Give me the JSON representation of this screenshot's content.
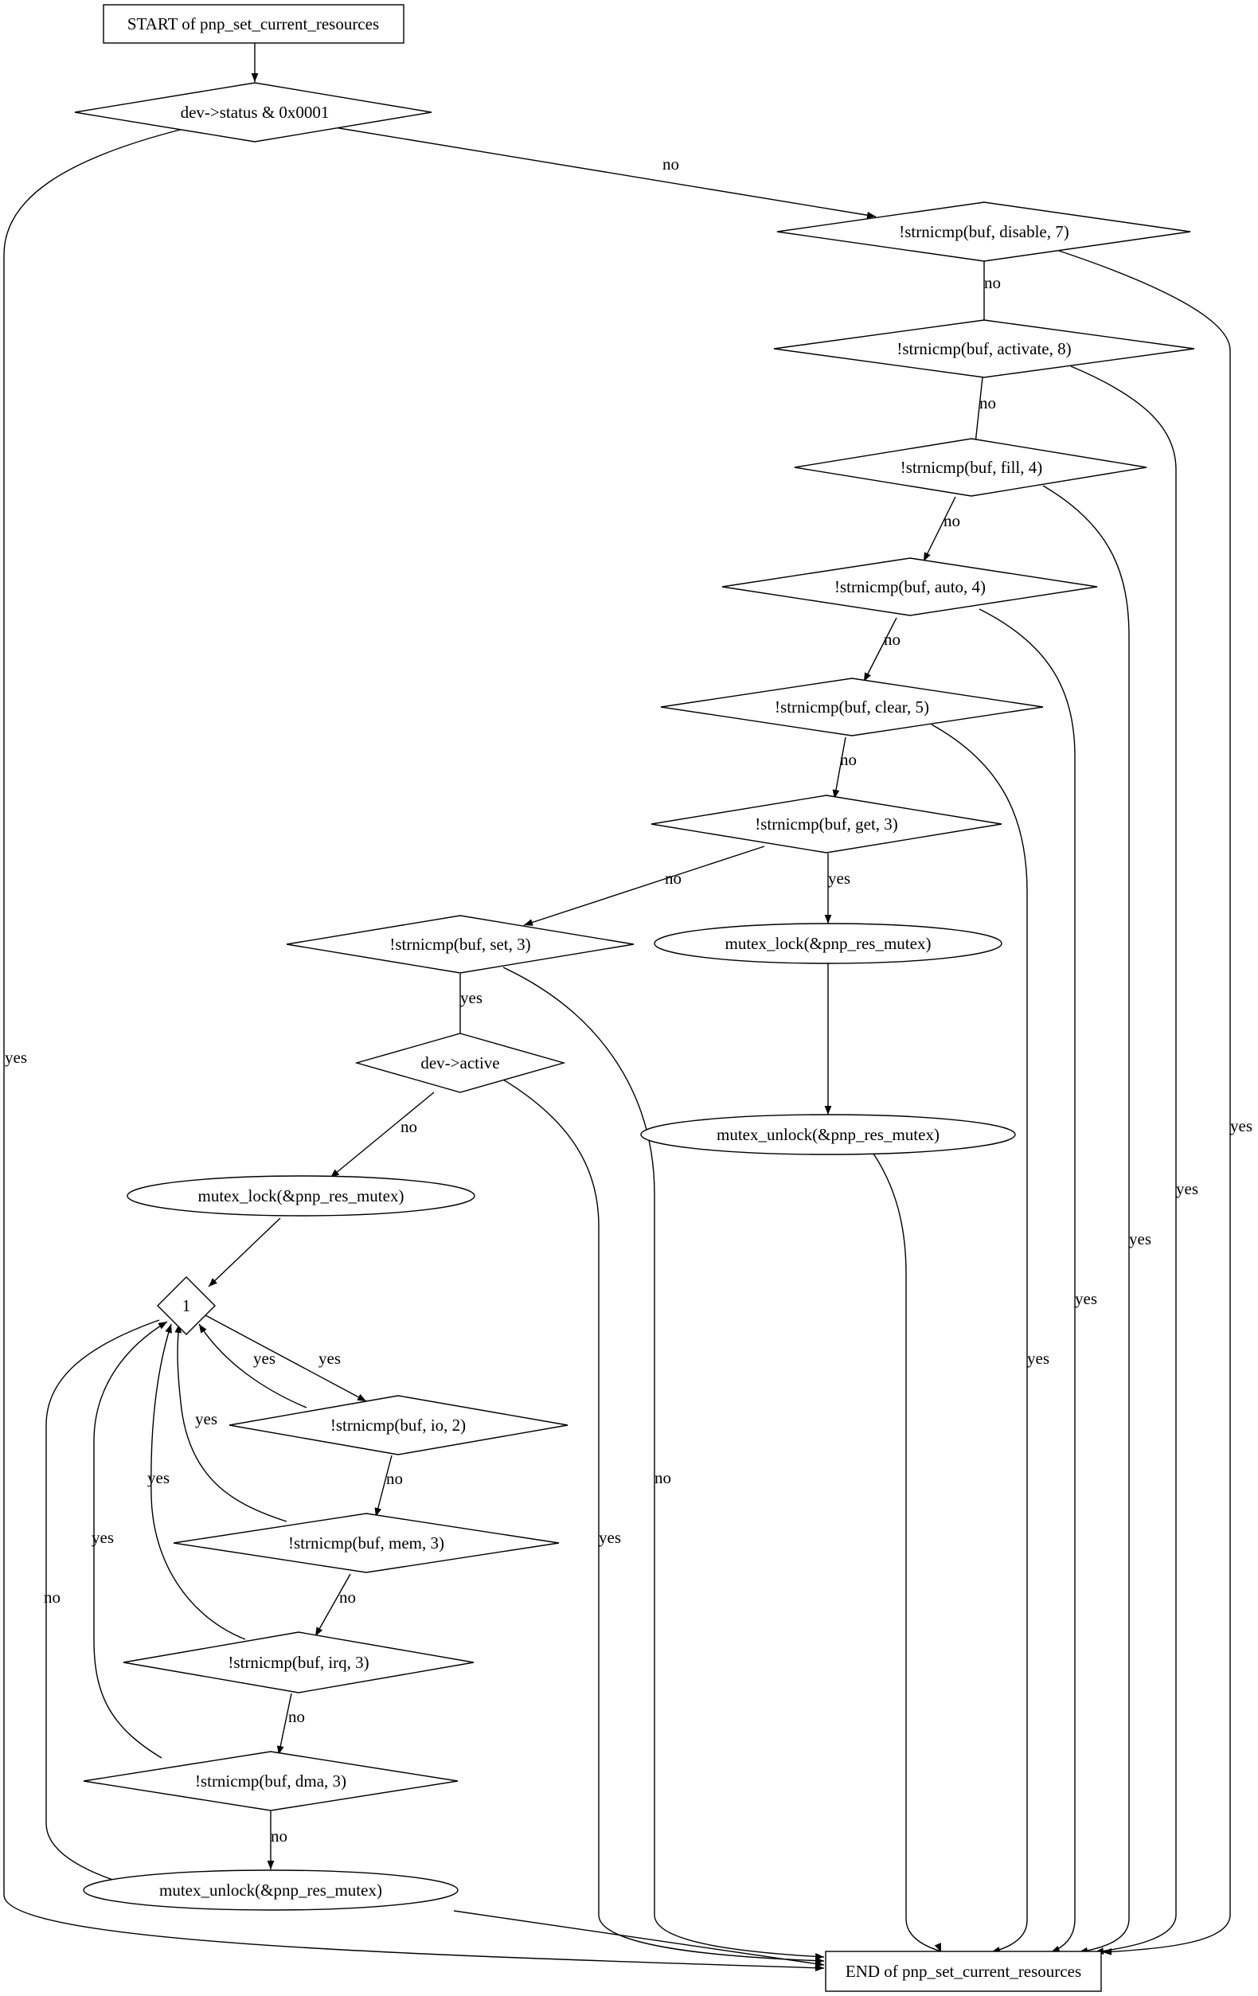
{
  "colors": {
    "lock_fill": "#add8e6",
    "unlock_fill": "#ffff00",
    "stroke": "#000000",
    "background": "#ffffff"
  },
  "nodes": {
    "start": "START of pnp_set_current_resources",
    "end": "END of pnp_set_current_resources",
    "dev_status": "dev->status & 0x0001",
    "cmp_disable": "!strnicmp(buf, disable, 7)",
    "cmp_activate": "!strnicmp(buf, activate, 8)",
    "cmp_fill": "!strnicmp(buf, fill, 4)",
    "cmp_auto": "!strnicmp(buf, auto, 4)",
    "cmp_clear": "!strnicmp(buf, clear, 5)",
    "cmp_get": "!strnicmp(buf, get, 3)",
    "cmp_set": "!strnicmp(buf, set, 3)",
    "dev_active": "dev->active",
    "lock_get": "mutex_lock(&pnp_res_mutex)",
    "unlock_get": "mutex_unlock(&pnp_res_mutex)",
    "lock_set": "mutex_lock(&pnp_res_mutex)",
    "loop": "1",
    "cmp_io": "!strnicmp(buf, io, 2)",
    "cmp_mem": "!strnicmp(buf, mem, 3)",
    "cmp_irq": "!strnicmp(buf, irq, 3)",
    "cmp_dma": "!strnicmp(buf, dma, 3)",
    "unlock_set": "mutex_unlock(&pnp_res_mutex)"
  },
  "edge_labels": {
    "status_yes": "yes",
    "status_no": "no",
    "disable_yes": "yes",
    "disable_no": "no",
    "activate_yes": "yes",
    "activate_no": "no",
    "fill_yes": "yes",
    "fill_no": "no",
    "auto_yes": "yes",
    "auto_no": "no",
    "clear_yes": "yes",
    "clear_no": "no",
    "get_yes": "yes",
    "get_no": "no",
    "set_yes": "yes",
    "set_no": "no",
    "active_yes": "yes",
    "active_no": "no",
    "loop_yes": "yes",
    "loop_no": "no",
    "io_yes": "yes",
    "io_no": "no",
    "mem_yes": "yes",
    "mem_no": "no",
    "irq_yes": "yes",
    "irq_no": "no",
    "dma_yes": "yes",
    "dma_no": "no"
  }
}
